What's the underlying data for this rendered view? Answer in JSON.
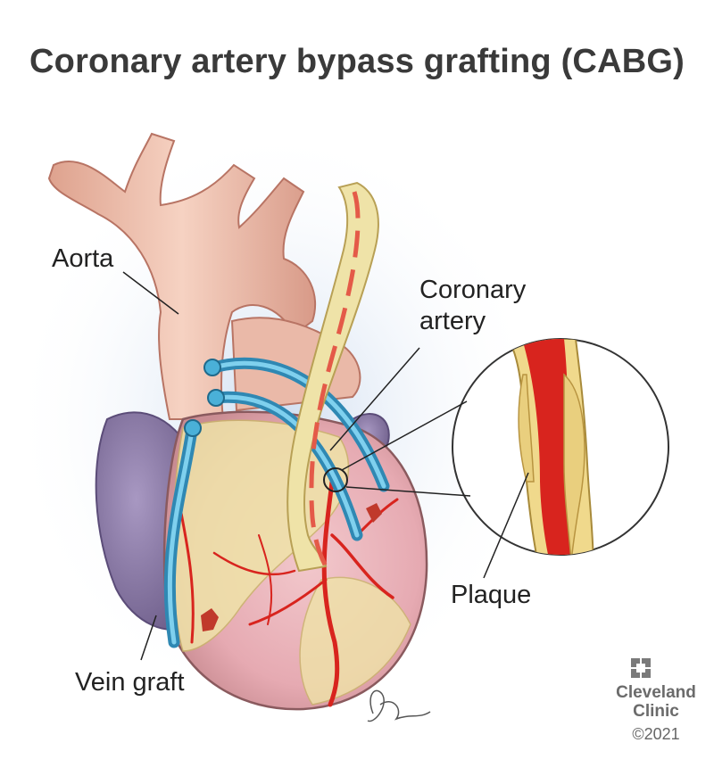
{
  "title": "Coronary artery bypass grafting (CABG)",
  "labels": {
    "aorta": "Aorta",
    "coronary_artery_line1": "Coronary",
    "coronary_artery_line2": "artery",
    "plaque": "Plaque",
    "vein_graft": "Vein graft"
  },
  "logo": {
    "name_line1": "Cleveland",
    "name_line2": "Clinic",
    "year": "©2021"
  },
  "colors": {
    "aorta": "#f2c6b4",
    "vein_graft": "#4ab0d8",
    "artery": "#d8241e",
    "heart_muscle": "#ecc0c4",
    "fat": "#efe3a8",
    "atrium": "#8c7ca8",
    "plaque": "#f0d98c"
  }
}
